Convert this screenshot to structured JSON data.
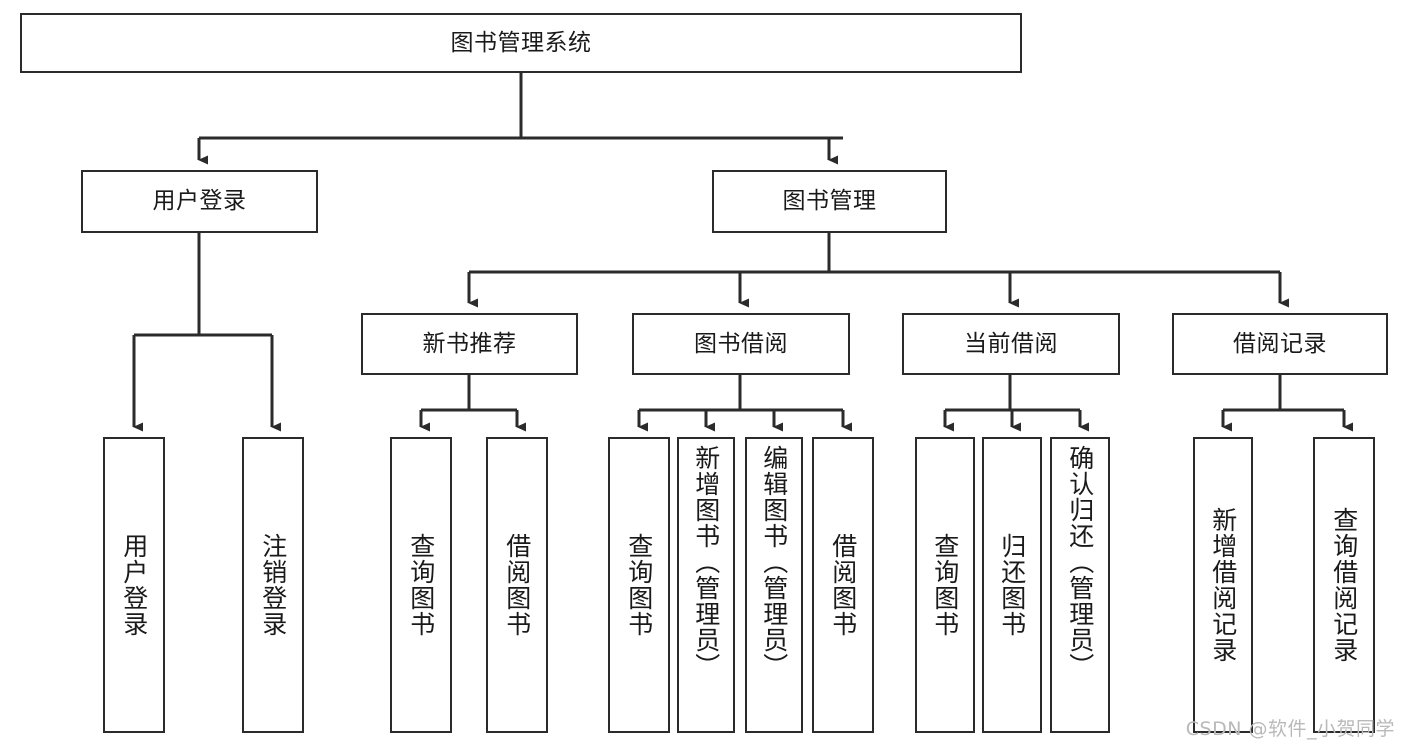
{
  "diagram": {
    "title": "图书管理系统",
    "type": "tree-hierarchy-diagram",
    "colors": {
      "stroke": "#2b2b2b",
      "fill": "#ffffff",
      "text": "#1a1a1a",
      "watermark": "#b9b9b9"
    },
    "levels": {
      "root": {
        "label": "图书管理系统"
      },
      "level2": [
        {
          "label": "用户登录"
        },
        {
          "label": "图书管理"
        }
      ],
      "level3": [
        {
          "label": "新书推荐"
        },
        {
          "label": "图书借阅"
        },
        {
          "label": "当前借阅"
        },
        {
          "label": "借阅记录"
        }
      ],
      "leaves": {
        "user_login": [
          {
            "label": "用户登录"
          },
          {
            "label": "注销登录"
          }
        ],
        "new_book_recommend": [
          {
            "label": "查询图书"
          },
          {
            "label": "借阅图书"
          }
        ],
        "book_borrow": [
          {
            "label": "查询图书"
          },
          {
            "label": "新增图书（管理员）"
          },
          {
            "label": "编辑图书（管理员）"
          },
          {
            "label": "借阅图书"
          }
        ],
        "current_borrow": [
          {
            "label": "查询图书"
          },
          {
            "label": "归还图书"
          },
          {
            "label": "确认归还（管理员）"
          }
        ],
        "borrow_record": [
          {
            "label": "新增借阅记录"
          },
          {
            "label": "查询借阅记录"
          }
        ]
      }
    }
  },
  "watermark": {
    "text": "CSDN @软件_小贺同学"
  }
}
